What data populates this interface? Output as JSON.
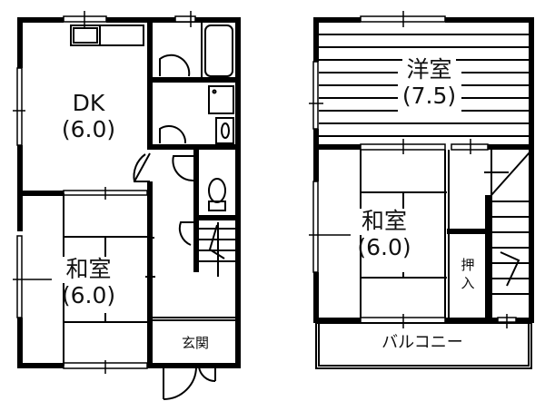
{
  "floor1": {
    "rooms": [
      {
        "name": "DK",
        "size": "(6.0)"
      },
      {
        "name": "和室",
        "size": "(6.0)"
      },
      {
        "name": "玄関"
      }
    ]
  },
  "floor2": {
    "rooms": [
      {
        "name": "洋室",
        "size": "(7.5)"
      },
      {
        "name": "和室",
        "size": "(6.0)"
      },
      {
        "name_top": "押",
        "name_bottom": "入"
      },
      {
        "name": "バルコニー"
      }
    ]
  }
}
